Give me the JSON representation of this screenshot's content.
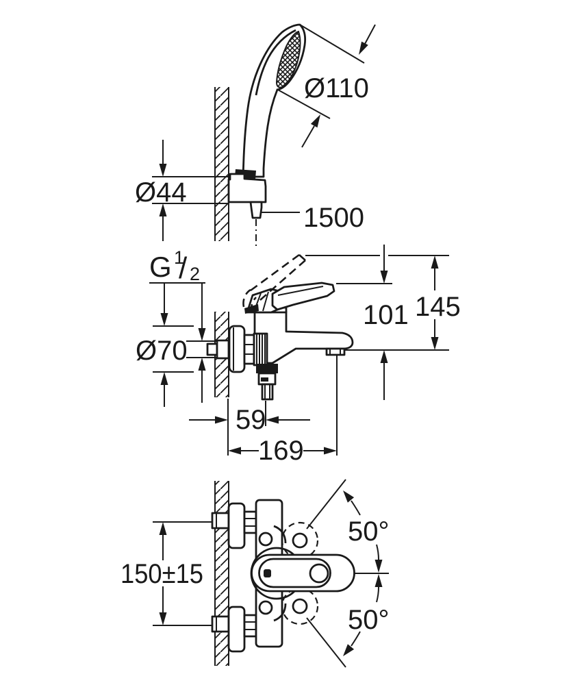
{
  "drawing": {
    "background": "#ffffff",
    "line_color": "#1a1a1a",
    "shower_view": {
      "head_diameter": "Ø110",
      "holder_diameter": "Ø44",
      "hose_length": "1500"
    },
    "side_view": {
      "thread_g": "G",
      "thread_sup": "1",
      "thread_slash": "/",
      "thread_sub": "2",
      "rosette_diameter": "Ø70",
      "total_height": "145",
      "spout_height": "101",
      "hose_offset": "59",
      "spout_reach": "169"
    },
    "front_view": {
      "connection_spacing": "150±15",
      "swivel_angle_upper": "50°",
      "swivel_angle_lower": "50°"
    }
  }
}
